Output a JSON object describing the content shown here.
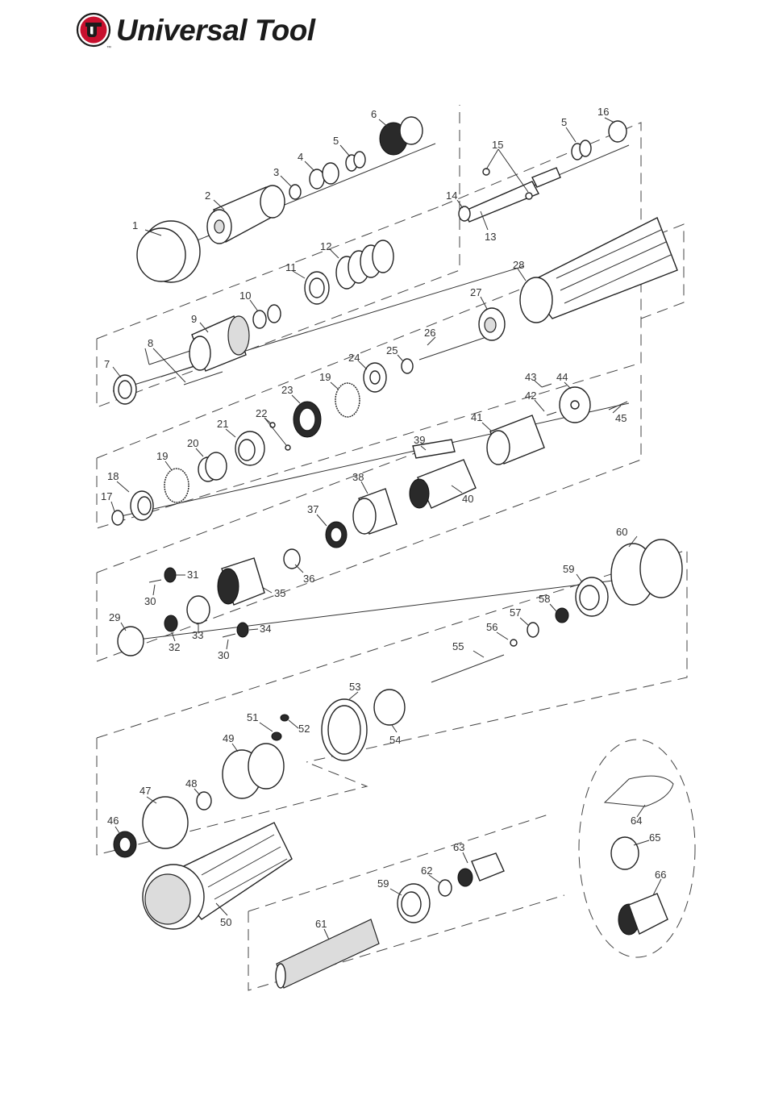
{
  "brand": {
    "name": "Universal Tool",
    "logo_letter": "U",
    "tm": "™",
    "color_primary": "#c8102e",
    "color_dark": "#1b1b1b"
  },
  "diagram": {
    "type": "exploded-parts-view",
    "labels": [
      {
        "id": "1",
        "text": "1"
      },
      {
        "id": "2",
        "text": "2"
      },
      {
        "id": "3",
        "text": "3"
      },
      {
        "id": "4",
        "text": "4"
      },
      {
        "id": "5a",
        "text": "5"
      },
      {
        "id": "6",
        "text": "6"
      },
      {
        "id": "5b",
        "text": "5"
      },
      {
        "id": "16",
        "text": "16"
      },
      {
        "id": "15",
        "text": "15"
      },
      {
        "id": "14",
        "text": "14"
      },
      {
        "id": "13",
        "text": "13"
      },
      {
        "id": "12",
        "text": "12"
      },
      {
        "id": "11",
        "text": "11"
      },
      {
        "id": "10",
        "text": "10"
      },
      {
        "id": "9",
        "text": "9"
      },
      {
        "id": "8",
        "text": "8"
      },
      {
        "id": "7",
        "text": "7"
      },
      {
        "id": "28",
        "text": "28"
      },
      {
        "id": "27",
        "text": "27"
      },
      {
        "id": "26",
        "text": "26"
      },
      {
        "id": "25",
        "text": "25"
      },
      {
        "id": "24",
        "text": "24"
      },
      {
        "id": "19a",
        "text": "19"
      },
      {
        "id": "23",
        "text": "23"
      },
      {
        "id": "22",
        "text": "22"
      },
      {
        "id": "21",
        "text": "21"
      },
      {
        "id": "20",
        "text": "20"
      },
      {
        "id": "19b",
        "text": "19"
      },
      {
        "id": "18",
        "text": "18"
      },
      {
        "id": "17",
        "text": "17"
      },
      {
        "id": "43",
        "text": "43"
      },
      {
        "id": "44",
        "text": "44"
      },
      {
        "id": "42",
        "text": "42"
      },
      {
        "id": "45",
        "text": "45"
      },
      {
        "id": "41",
        "text": "41"
      },
      {
        "id": "39",
        "text": "39"
      },
      {
        "id": "40",
        "text": "40"
      },
      {
        "id": "38",
        "text": "38"
      },
      {
        "id": "37",
        "text": "37"
      },
      {
        "id": "36",
        "text": "36"
      },
      {
        "id": "35",
        "text": "35"
      },
      {
        "id": "31",
        "text": "31"
      },
      {
        "id": "30a",
        "text": "30"
      },
      {
        "id": "29",
        "text": "29"
      },
      {
        "id": "32",
        "text": "32"
      },
      {
        "id": "33",
        "text": "33"
      },
      {
        "id": "34",
        "text": "34"
      },
      {
        "id": "30b",
        "text": "30"
      },
      {
        "id": "60",
        "text": "60"
      },
      {
        "id": "59a",
        "text": "59"
      },
      {
        "id": "58",
        "text": "58"
      },
      {
        "id": "57",
        "text": "57"
      },
      {
        "id": "56",
        "text": "56"
      },
      {
        "id": "55",
        "text": "55"
      },
      {
        "id": "53",
        "text": "53"
      },
      {
        "id": "54",
        "text": "54"
      },
      {
        "id": "51",
        "text": "51"
      },
      {
        "id": "52",
        "text": "52"
      },
      {
        "id": "49",
        "text": "49"
      },
      {
        "id": "48",
        "text": "48"
      },
      {
        "id": "47",
        "text": "47"
      },
      {
        "id": "46",
        "text": "46"
      },
      {
        "id": "50",
        "text": "50"
      },
      {
        "id": "63",
        "text": "63"
      },
      {
        "id": "62",
        "text": "62"
      },
      {
        "id": "59b",
        "text": "59"
      },
      {
        "id": "61",
        "text": "61"
      },
      {
        "id": "64",
        "text": "64"
      },
      {
        "id": "65",
        "text": "65"
      },
      {
        "id": "66",
        "text": "66"
      }
    ]
  }
}
